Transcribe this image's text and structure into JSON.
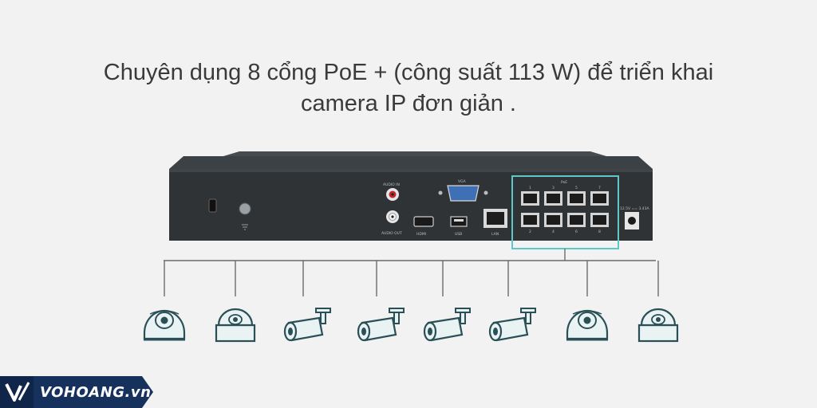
{
  "headline": {
    "line1": "Chuyên dụng 8 cổng PoE + (công suất 113 W) để triển khai",
    "line2": "camera IP đơn giản ."
  },
  "device": {
    "poe_label": "PoE",
    "port_numbers_top": [
      "1",
      "3",
      "5",
      "7"
    ],
    "port_numbers_bottom": [
      "2",
      "4",
      "6",
      "8"
    ],
    "vga_label": "VGA",
    "audio_in_label": "AUDIO IN",
    "audio_out_label": "AUDIO OUT",
    "hdmi_label": "HDMI",
    "usb_label": "USB",
    "lan_label": "LAN",
    "power_label": "12.5V == 3.43A"
  },
  "cameras": [
    "dome-camera",
    "turret-camera",
    "bullet-camera",
    "bullet-camera",
    "bullet-camera",
    "bullet-camera",
    "dome-camera",
    "turret-camera"
  ],
  "colors": {
    "highlight": "#5ec8c8",
    "device_body": "#2f3336",
    "icon_stroke": "#2b4f57",
    "icon_fill": "#e9f3f3",
    "logo_bg": "#16325c"
  },
  "brand": {
    "name": "VOHOANG.vn"
  }
}
